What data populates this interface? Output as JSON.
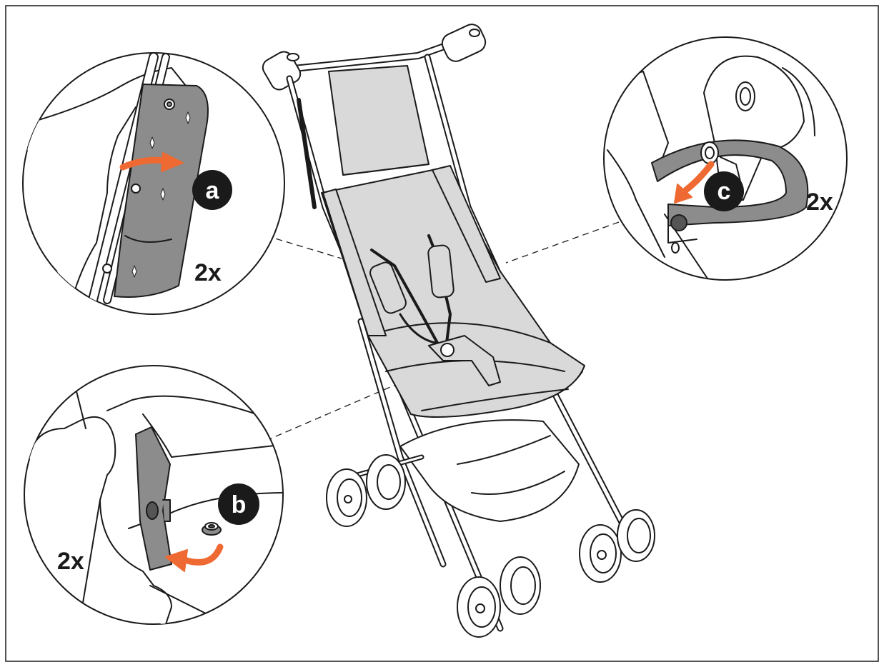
{
  "colors": {
    "accent_arrow": "#ef6a32",
    "fabric": "#d9d9d9",
    "strap": "#8c8c8c",
    "badge": "#1a1a1a",
    "line": "#1a1a1a"
  },
  "steps": [
    {
      "badge": "a",
      "count": "2x"
    },
    {
      "badge": "b",
      "count": "2x"
    },
    {
      "badge": "c",
      "count": "2x"
    }
  ]
}
